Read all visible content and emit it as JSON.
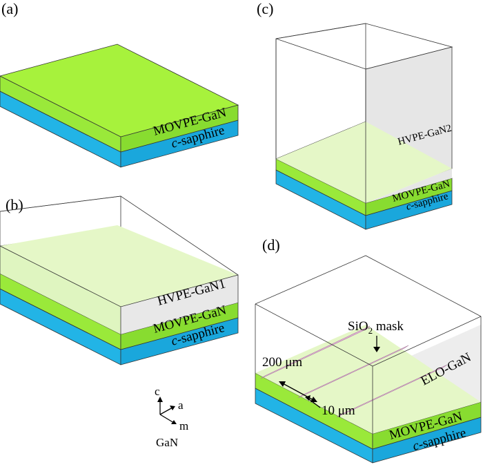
{
  "panels": {
    "a": {
      "label": "(a)",
      "layers": {
        "movpe": "MOVPE-GaN",
        "sapphire_c": "c",
        "sapphire_rest": "-sapphire"
      }
    },
    "b": {
      "label": "(b)",
      "layers": {
        "hvpe": "HVPE-GaN1",
        "movpe": "MOVPE-GaN",
        "sapphire_c": "c",
        "sapphire_rest": "-sapphire"
      }
    },
    "c": {
      "label": "(c)",
      "layers": {
        "hvpe": "HVPE-GaN2",
        "movpe": "MOVPE-GaN",
        "sapphire_c": "c",
        "sapphire_rest": "-sapphire"
      }
    },
    "d": {
      "label": "(d)",
      "layers": {
        "mask_pre": "SiO",
        "mask_sub": "2",
        "mask_post": " mask",
        "elo": "ELO-GaN",
        "movpe": "MOVPE-GaN",
        "sapphire_c": "c",
        "sapphire_rest": "-sapphire",
        "width": "200 μm",
        "stripe": "10 μm"
      }
    }
  },
  "axes": {
    "c": "c",
    "a": "a",
    "m": "m",
    "material": "GaN"
  },
  "colors": {
    "gan_top": "#a7f23c",
    "gan_side": "#88dc30",
    "sapphire_top": "#29b9ea",
    "sapphire_side": "#1aa7dc",
    "hvpe_fill": "#e5f7c7",
    "box_side": "#e8e8e8",
    "mask": "#e9b7dc"
  }
}
